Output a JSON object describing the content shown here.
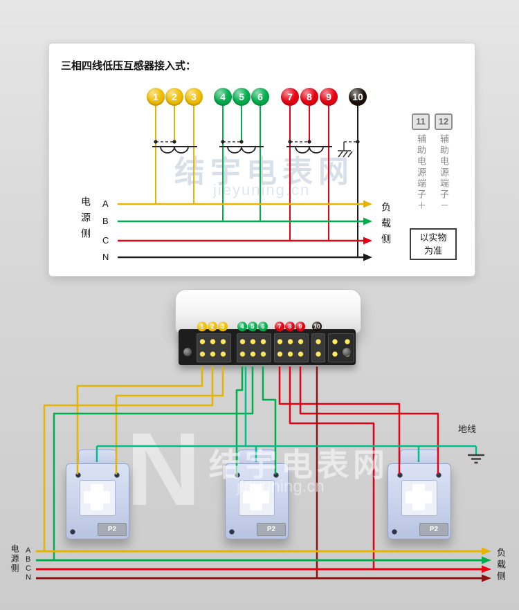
{
  "top_panel": {
    "title": "三相四线低压互感器接入式：",
    "terminals": [
      {
        "n": "1",
        "color": "#f0bd00"
      },
      {
        "n": "2",
        "color": "#f0bd00"
      },
      {
        "n": "3",
        "color": "#f0bd00"
      },
      {
        "n": "4",
        "color": "#00ad4c"
      },
      {
        "n": "5",
        "color": "#00ad4c"
      },
      {
        "n": "6",
        "color": "#00ad4c"
      },
      {
        "n": "7",
        "color": "#e60012"
      },
      {
        "n": "8",
        "color": "#e60012"
      },
      {
        "n": "9",
        "color": "#e60012"
      },
      {
        "n": "10",
        "color": "#1c110a"
      }
    ],
    "source_side": "电源侧",
    "load_side": "负载侧",
    "phases": [
      "A",
      "B",
      "C",
      "N"
    ],
    "aux": {
      "box1": "11",
      "box2": "12",
      "plus": "辅助电源端子＋",
      "minus": "辅助电源端子－",
      "note": "以实物为准"
    }
  },
  "bottom": {
    "terminals": [
      "1",
      "2",
      "3",
      "4",
      "5",
      "6",
      "7",
      "8",
      "9",
      "10"
    ],
    "ct_label": "P2",
    "ground_label": "地线",
    "source_side": "电源侧",
    "load_side": "负载侧",
    "phases": [
      "A",
      "B",
      "C",
      "N"
    ]
  },
  "watermark": {
    "logo": "N",
    "cn": "结宇电表网",
    "en": "jieyuning.cn"
  },
  "colors": {
    "phase_a": "#e6b400",
    "phase_b": "#00ad4c",
    "phase_c": "#e60012",
    "neutral_top": "#1c1c1c",
    "neutral_bus": "#8a1414",
    "ground_wire": "#00bd8a"
  }
}
